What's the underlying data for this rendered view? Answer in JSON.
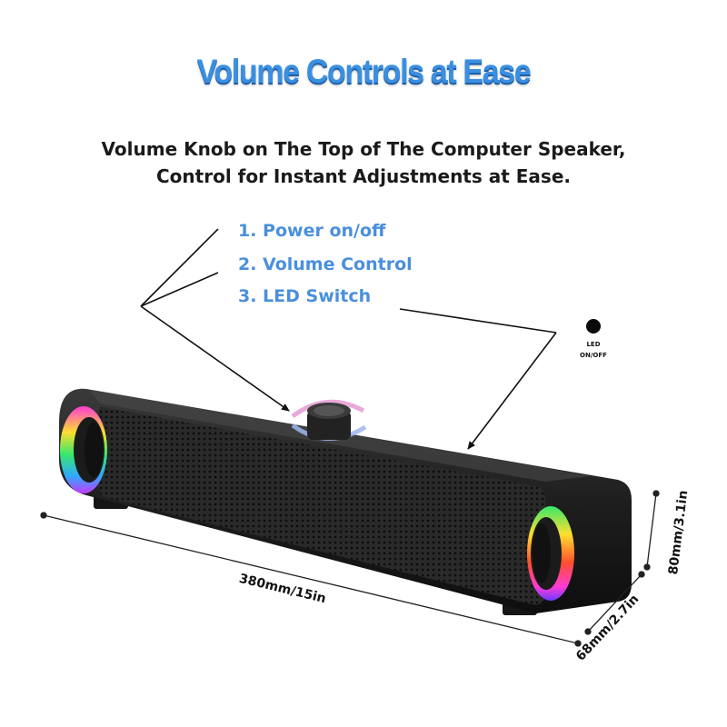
{
  "title": "Volume Controls at Ease",
  "subtitle": {
    "line1": "Volume Knob on The Top of The Computer Speaker,",
    "line2": "Control for Instant Adjustments at Ease."
  },
  "features": [
    "1. Power on/off",
    "2. Volume Control",
    "3. LED Switch"
  ],
  "led_button": {
    "line1": "LED",
    "line2": "ON/OFF"
  },
  "dimensions": {
    "length": "380mm/15in",
    "depth": "68mm/2.7in",
    "height": "80mm/3.1in"
  },
  "colors": {
    "title": "#3b8fe0",
    "features": "#4a8fdc",
    "speaker": "#1a1a1a"
  }
}
